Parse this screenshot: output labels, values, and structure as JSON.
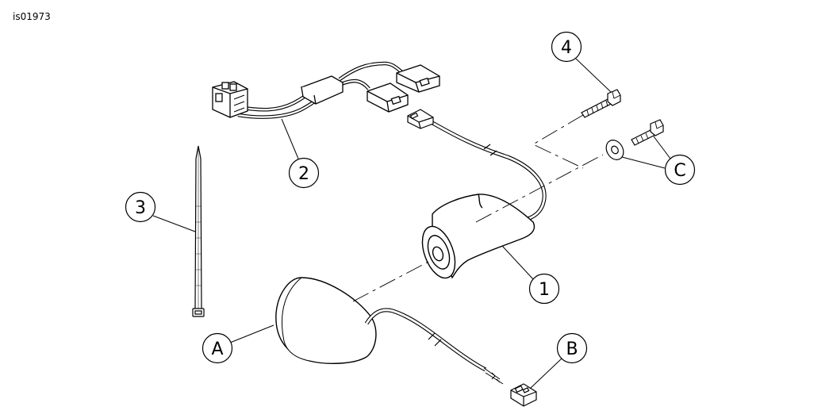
{
  "doc_id": "is01973",
  "callouts": {
    "c1": "1",
    "c2": "2",
    "c3": "3",
    "c4": "4",
    "cA": "A",
    "cB": "B",
    "cC": "C"
  },
  "colors": {
    "line": "#000000",
    "background": "#ffffff"
  }
}
